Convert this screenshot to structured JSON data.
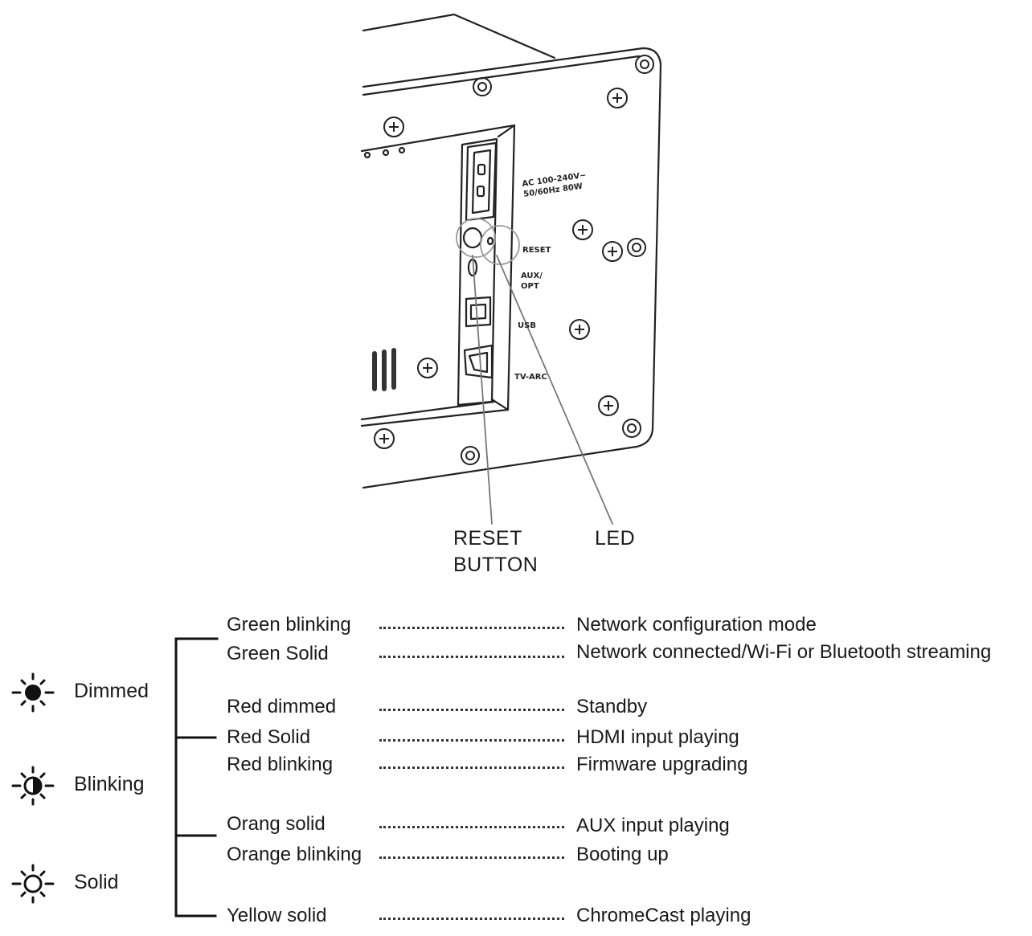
{
  "panel": {
    "power_rating": [
      "AC 100-240V~",
      "50/60Hz 80W"
    ],
    "port_labels": {
      "reset": "RESET",
      "aux_opt": [
        "AUX/",
        "OPT"
      ],
      "usb": "USB",
      "tv_arc": "TV-ARC"
    }
  },
  "callouts": {
    "reset_button": [
      "RESET",
      "BUTTON"
    ],
    "led": "LED"
  },
  "legend": [
    {
      "icon": "sun-filled-icon",
      "label": "Dimmed"
    },
    {
      "icon": "sun-half-icon",
      "label": "Blinking"
    },
    {
      "icon": "sun-outline-icon",
      "label": "Solid"
    }
  ],
  "led_states": [
    {
      "state": "Green blinking",
      "meaning": "Network configuration mode"
    },
    {
      "state": "Green Solid",
      "meaning": "Network connected/Wi-Fi or Bluetooth streaming"
    },
    {
      "state": "Red dimmed",
      "meaning": "Standby"
    },
    {
      "state": "Red Solid",
      "meaning": "HDMI input playing"
    },
    {
      "state": "Red blinking",
      "meaning": "Firmware upgrading"
    },
    {
      "state": "Orang solid",
      "meaning": "AUX input playing"
    },
    {
      "state": "Orange blinking",
      "meaning": "Booting up"
    },
    {
      "state": "Yellow solid",
      "meaning": "ChromeCast playing"
    }
  ]
}
